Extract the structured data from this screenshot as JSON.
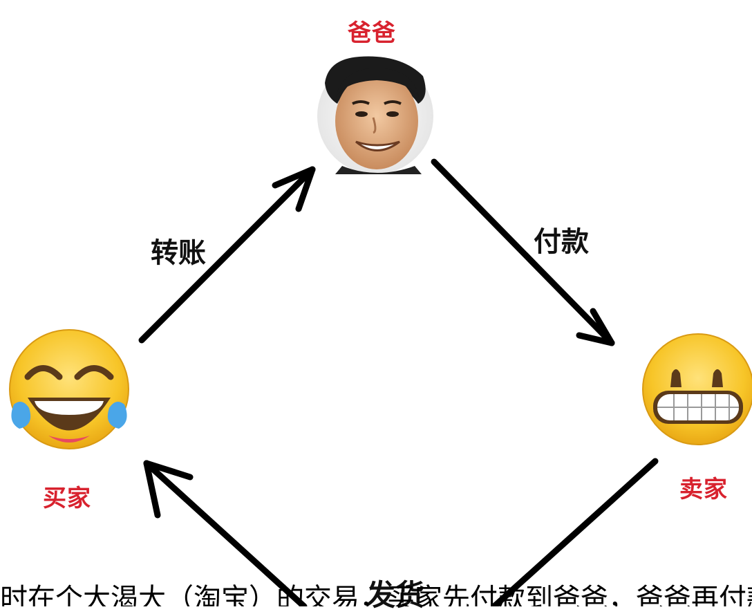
{
  "nodes": {
    "top": {
      "label": "爸爸"
    },
    "left": {
      "label": "买家"
    },
    "right": {
      "label": "卖家"
    }
  },
  "edges": {
    "left_to_top": {
      "label": "转账"
    },
    "top_to_right": {
      "label": "付款"
    },
    "right_to_left": {
      "label": "发货"
    }
  },
  "caption": "时在个大渴大（淘宝）的交易，买家先付款到爸爸，爸爸再付款给卖家，卖家发货，买家收货后确认交易"
}
